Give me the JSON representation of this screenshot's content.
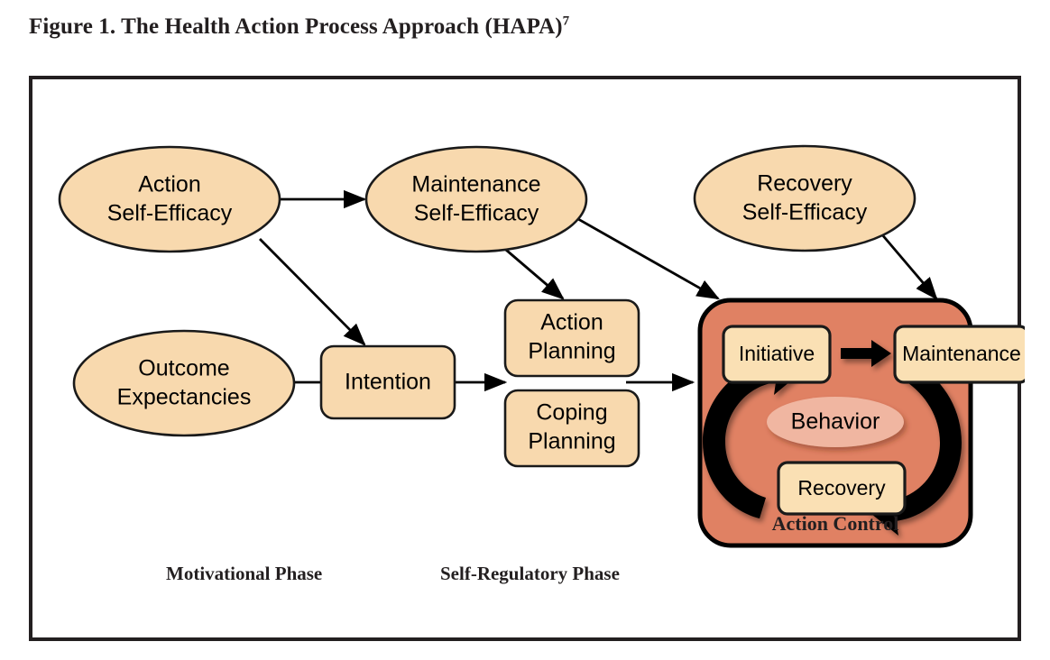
{
  "figure": {
    "caption_text": "Figure 1. The Health Action Process Approach (HAPA)",
    "caption_superscript": "7"
  },
  "colors": {
    "node_fill": "#f8d9ae",
    "inner_node_fill": "#fae0b4",
    "action_control_fill": "#e08163",
    "behavior_fill": "#f0b6a1",
    "stroke": "#000000",
    "text": "#000000",
    "caption_text": "#231f20"
  },
  "nodes": {
    "action_self_efficacy": {
      "line1": "Action",
      "line2": "Self-Efficacy",
      "shape": "ellipse"
    },
    "maintenance_self_efficacy": {
      "line1": "Maintenance",
      "line2": "Self-Efficacy",
      "shape": "ellipse"
    },
    "recovery_self_efficacy": {
      "line1": "Recovery",
      "line2": "Self-Efficacy",
      "shape": "ellipse"
    },
    "outcome_expectancies": {
      "line1": "Outcome",
      "line2": "Expectancies",
      "shape": "ellipse"
    },
    "intention": {
      "line1": "Intention",
      "shape": "rounded-rect"
    },
    "action_planning": {
      "line1": "Action",
      "line2": "Planning",
      "shape": "rounded-rect"
    },
    "coping_planning": {
      "line1": "Coping",
      "line2": "Planning",
      "shape": "rounded-rect"
    },
    "initiative": {
      "line1": "Initiative",
      "shape": "rounded-rect"
    },
    "maintenance": {
      "line1": "Maintenance",
      "shape": "rounded-rect"
    },
    "recovery": {
      "line1": "Recovery",
      "shape": "rounded-rect"
    },
    "behavior": {
      "line1": "Behavior",
      "shape": "ellipse"
    }
  },
  "panel": {
    "action_control_label": "Action Control"
  },
  "phases": {
    "motivational": "Motivational Phase",
    "self_regulatory": "Self-Regulatory Phase"
  }
}
